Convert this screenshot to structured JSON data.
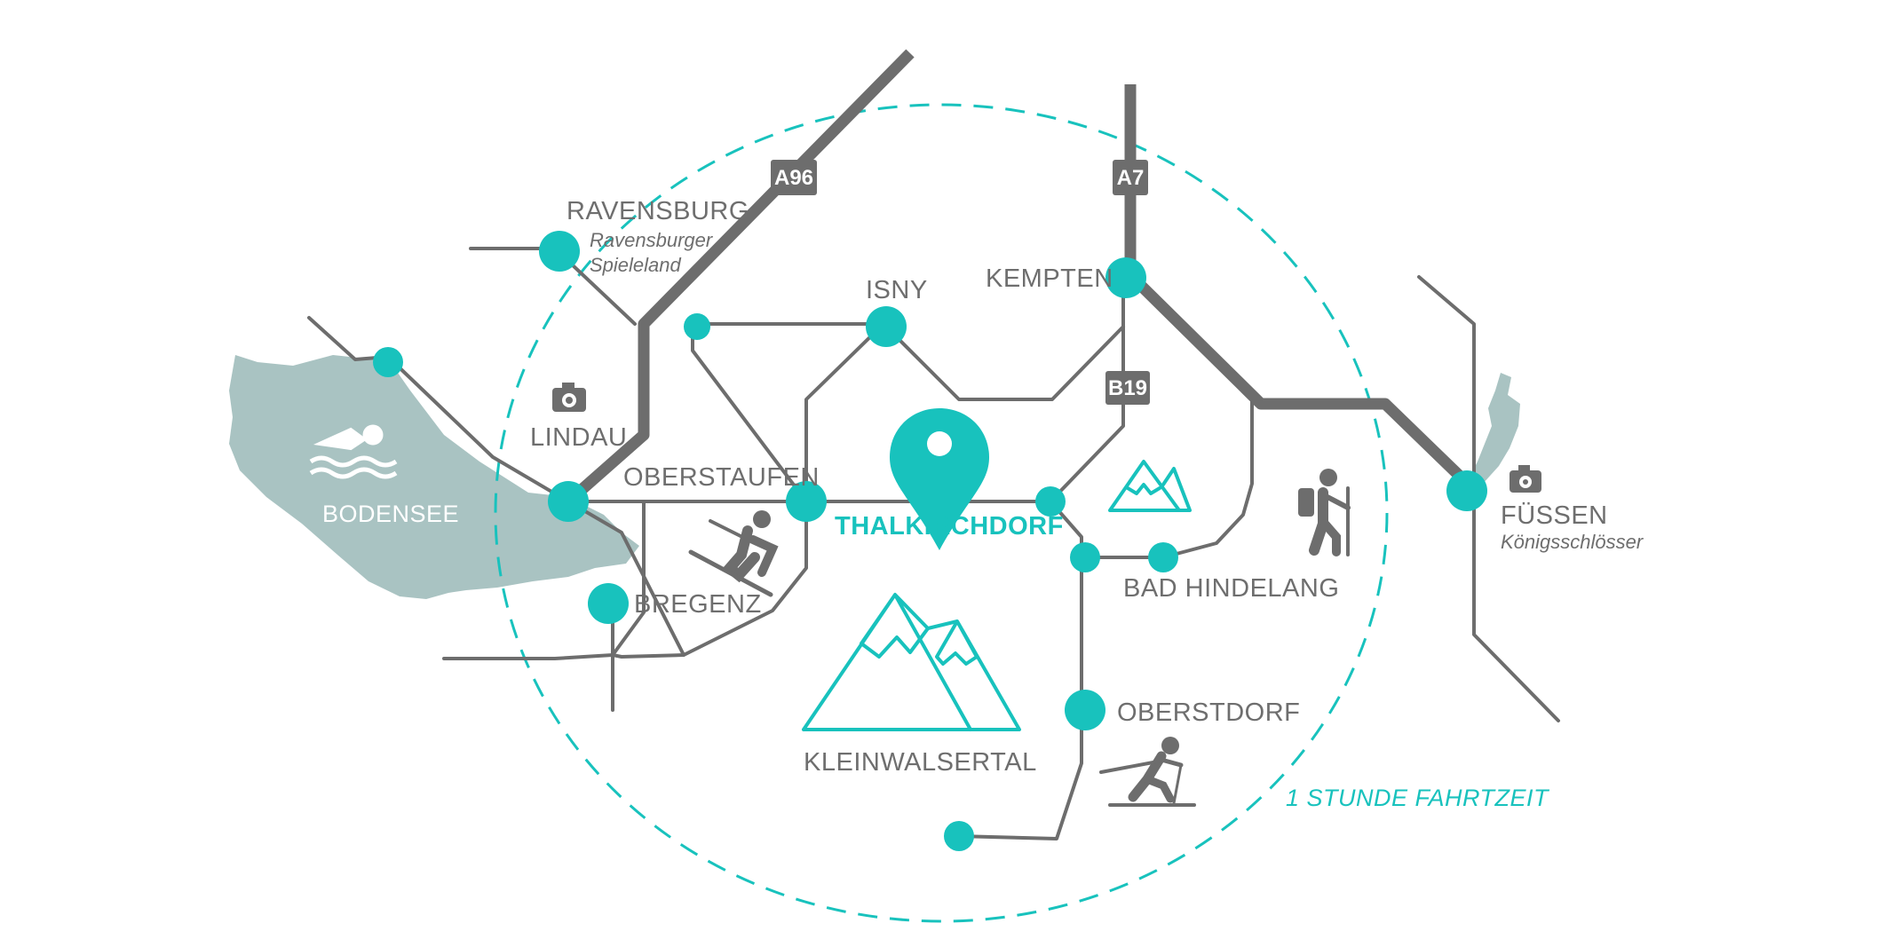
{
  "colors": {
    "accent": "#18c2bd",
    "road": "#6d6d6d",
    "water": "#a9c3c2",
    "text": "#6e6e6e"
  },
  "highways": {
    "a96": "A96",
    "a7": "A7",
    "b19": "B19"
  },
  "places": {
    "ravensburg": "RAVENSBURG",
    "ravensburg_sub1": "Ravensburger",
    "ravensburg_sub2": "Spieleland",
    "lindau": "LINDAU",
    "oberstaufen": "OBERSTAUFEN",
    "bregenz": "BREGENZ",
    "isny": "ISNY",
    "kempten": "KEMPTEN",
    "thalkirchdorf": "THALKIRCHDORF",
    "bad_hindelang": "BAD HINDELANG",
    "oberstdorf": "OBERSTDORF",
    "kleinwalsertal": "KLEINWALSERTAL",
    "fuessen": "FÜSSEN",
    "fuessen_sub": "Königsschlösser"
  },
  "water": {
    "bodensee": "BODENSEE"
  },
  "ring_label": "1 STUNDE FAHRTZEIT",
  "icons": [
    "swimmer-icon",
    "camera-icon",
    "skier-icon",
    "hiker-icon",
    "cross-country-skier-icon",
    "mountain-icon",
    "location-pin-icon"
  ]
}
